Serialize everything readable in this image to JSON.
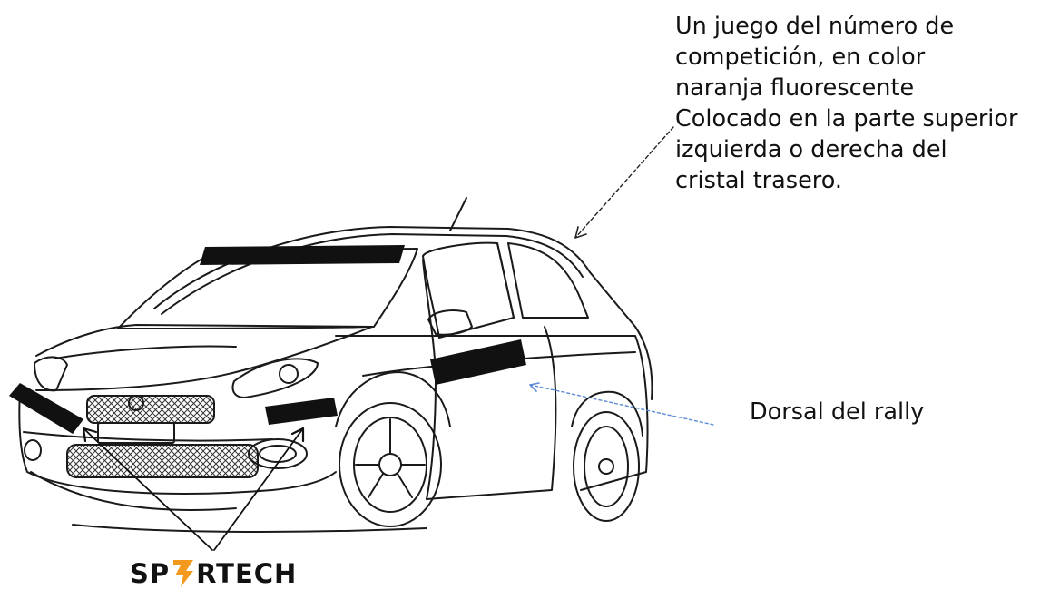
{
  "annotations": {
    "windscreen_number": {
      "lines": [
        "Un juego del número de",
        "competición, en color",
        "naranja fluorescente",
        "Colocado en la parte superior",
        "izquierda o derecha del",
        "cristal trasero."
      ]
    },
    "rally_plate": {
      "text": "Dorsal del rally"
    }
  },
  "logo": {
    "prefix": "SP",
    "suffix": "RTECH",
    "accent_color": "#f39a1e"
  },
  "colors": {
    "line": "#1a1a1a",
    "placeholder_block": "#111111",
    "dashed_arrow": "#5b8ad6"
  }
}
